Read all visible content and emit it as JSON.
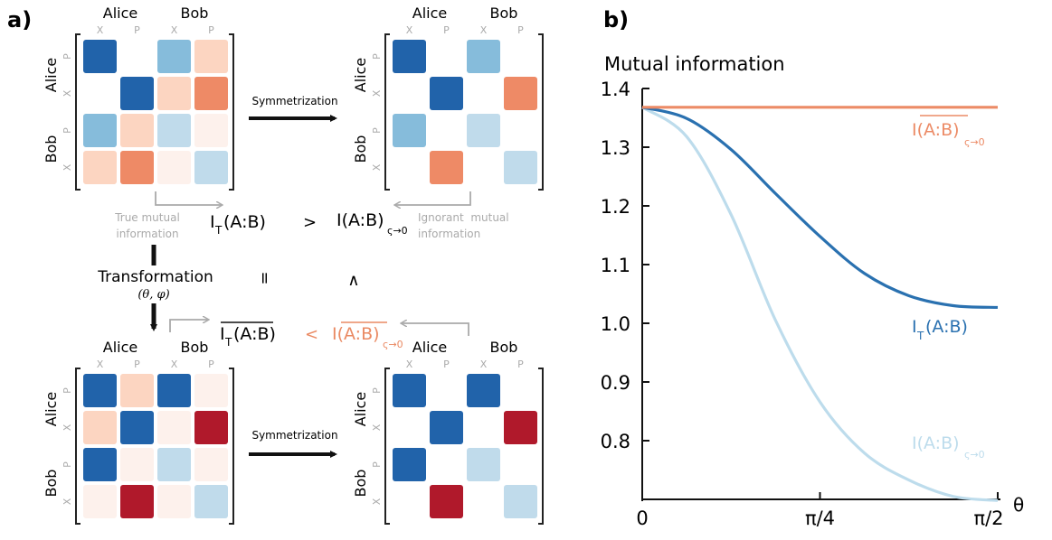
{
  "panel_a": {
    "label": "a)",
    "party_labels": [
      "Alice",
      "Bob"
    ],
    "quadrature_labels": [
      "X",
      "P",
      "X",
      "P"
    ],
    "row_quadrature_labels": [
      "P",
      "X",
      "P",
      "X"
    ],
    "symmetrization_label": "Symmetrization",
    "transformation_label": "Transformation",
    "transformation_params": "(θ, φ)",
    "true_mi_caption": [
      "True mutual",
      "information"
    ],
    "ignorant_mi_caption": [
      "Ignorant  mutual",
      "information"
    ],
    "true_mi": "I",
    "true_mi_sub": "T",
    "true_mi_arg": "(A:B)",
    "ignorant_mi": "I(A:B)",
    "ignorant_mi_sub": "ς→0",
    "greater_sign": ">",
    "less_sign": "<",
    "equal_sign": "=",
    "wedge_sign": "∧",
    "colors": {
      "dark_blue": "#2163aa",
      "mid_blue": "#86bcdb",
      "light_blue": "#c0dbeb",
      "very_light_orange": "#fdf1ec",
      "light_orange": "#fcd5c1",
      "orange": "#ee8a66",
      "dark_red": "#b0192b",
      "grey": "#9a9a9a",
      "orange_text": "#ea8a63"
    },
    "matrices": [
      [
        "D",
        "",
        "M",
        "O",
        "",
        "D",
        "P",
        "R",
        "M",
        "P",
        "L",
        "V",
        "O",
        "R",
        "V",
        "L"
      ],
      [
        "D",
        "",
        "M",
        "",
        "",
        "D",
        "",
        "R",
        "M",
        "",
        "L",
        "",
        "",
        "R",
        "",
        "L"
      ],
      [
        "D",
        "O",
        "D",
        "V",
        "O",
        "D",
        "V",
        "X",
        "D",
        "V",
        "L",
        "V",
        "V",
        "X",
        "V",
        "L"
      ],
      [
        "D",
        "",
        "D",
        "",
        "",
        "D",
        "",
        "X",
        "D",
        "",
        "L",
        "",
        "",
        "X",
        "",
        "L"
      ]
    ]
  },
  "panel_b": {
    "label": "b)",
    "y_title": "Mutual information",
    "x_axis_label": "θ",
    "series_labels": {
      "ignorant_bar": "I(A:B)",
      "ignorant_bar_sub": "ς→0",
      "true": "I",
      "true_sub": "T",
      "true_arg": "(A:B)",
      "ignorant": "I(A:B)",
      "ignorant_sub": "ς→0"
    }
  },
  "chart_data": {
    "type": "line",
    "title": "",
    "xlabel": "θ",
    "ylabel": "Mutual information",
    "xlim": [
      0,
      1.5708
    ],
    "ylim": [
      0.7,
      1.4
    ],
    "xticks": [
      0,
      0.7854,
      1.5708
    ],
    "xtick_labels": [
      "0",
      "π/4",
      "π/2"
    ],
    "yticks": [
      0.8,
      0.9,
      1.0,
      1.1,
      1.2,
      1.3,
      1.4
    ],
    "ytick_labels": [
      "0.8",
      "0.9",
      "1.0",
      "1.1",
      "1.2",
      "1.3",
      "1.4"
    ],
    "grid": false,
    "series": [
      {
        "name": "I(A:B) ς→0 (bar)",
        "color": "#ec8b66",
        "x": [
          0,
          0.1963,
          0.3927,
          0.589,
          0.7854,
          0.9817,
          1.1781,
          1.3744,
          1.5708
        ],
        "y": [
          1.368,
          1.368,
          1.368,
          1.368,
          1.368,
          1.368,
          1.368,
          1.368,
          1.368
        ]
      },
      {
        "name": "I_T(A:B)",
        "color": "#2a71b0",
        "x": [
          0,
          0.1963,
          0.3927,
          0.589,
          0.7854,
          0.9817,
          1.1781,
          1.3744,
          1.5708
        ],
        "y": [
          1.368,
          1.349,
          1.296,
          1.221,
          1.148,
          1.085,
          1.047,
          1.03,
          1.027
        ]
      },
      {
        "name": "I(A:B) ς→0",
        "color": "#bddcec",
        "x": [
          0,
          0.1963,
          0.3927,
          0.589,
          0.7854,
          0.9817,
          1.1781,
          1.3744,
          1.5708
        ],
        "y": [
          1.368,
          1.318,
          1.185,
          1.005,
          0.866,
          0.779,
          0.733,
          0.705,
          0.698
        ]
      }
    ]
  }
}
